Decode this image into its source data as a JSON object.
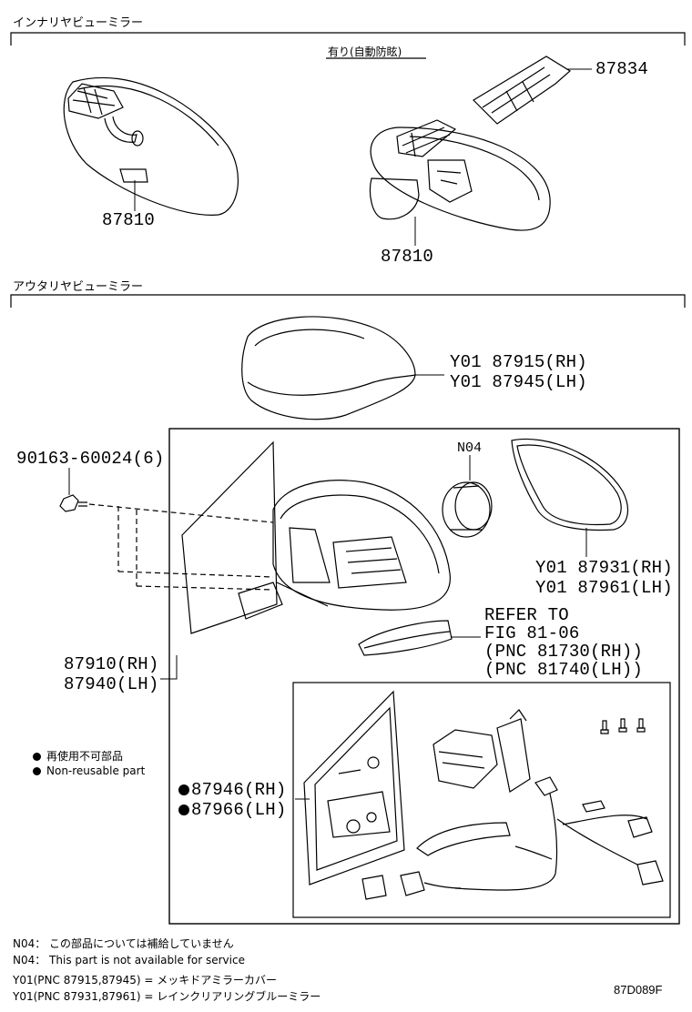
{
  "sections": {
    "inner": {
      "title": "インナリヤビューミラー",
      "variant_label": "有り(自動防眩)",
      "parts": [
        "87810",
        "87810",
        "87834"
      ]
    },
    "outer": {
      "title": "アウタリヤビューミラー",
      "cover_parts": [
        "Y01 87915(RH)",
        "Y01 87945(LH)"
      ],
      "bolt_part": "90163-60024(6)",
      "n04": "N04",
      "glass_parts": [
        "Y01 87931(RH)",
        "Y01 87961(LH)"
      ],
      "refer_lines": [
        "REFER TO",
        "FIG 81-06",
        "(PNC 81730(RH))",
        "(PNC 81740(LH))"
      ],
      "assy_parts": [
        "87910(RH)",
        "87940(LH)"
      ],
      "legend_jp": "再使用不可部品",
      "legend_en": "Non-reusable part",
      "inner_parts": [
        "87946(RH)",
        "87966(LH)"
      ]
    }
  },
  "footnotes": [
    "N04：  この部品については補給していません",
    "N04：  This part is not available for service",
    "Y01(PNC 87915,87945) = メッキドアミラーカバー",
    "Y01(PNC 87931,87961) = レインクリアリングブルーミラー"
  ],
  "figure_code": "87D089F"
}
